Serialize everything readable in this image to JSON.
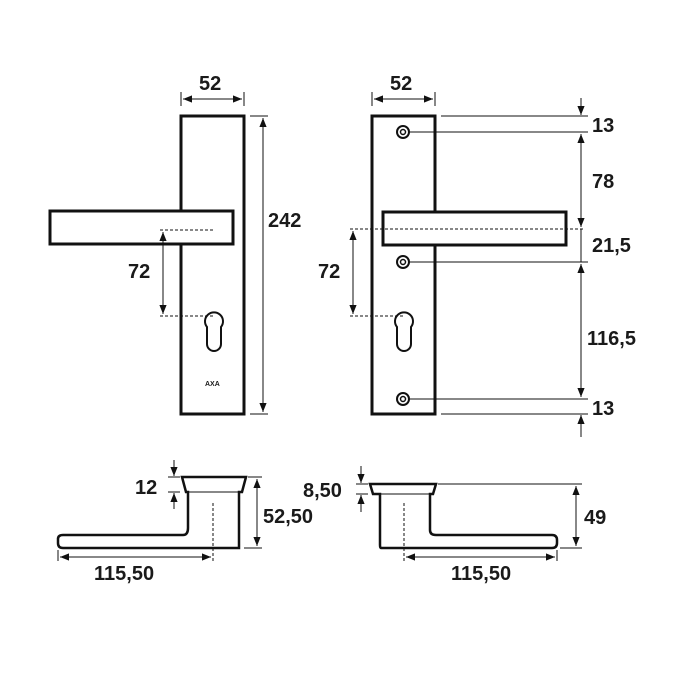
{
  "drawing": {
    "brand_mark": "AXA",
    "units": "mm",
    "front_view_left": {
      "plate_width": "52",
      "plate_height": "242",
      "handle_to_cylinder": "72"
    },
    "front_view_right": {
      "plate_width": "52",
      "handle_to_cylinder": "72",
      "right_dims": [
        "13",
        "78",
        "21,5",
        "116,5",
        "13"
      ]
    },
    "side_view_left": {
      "rose_height": "12",
      "total_height": "52,50",
      "lever_length": "115,50"
    },
    "side_view_right": {
      "rose_height": "8,50",
      "total_height": "49",
      "lever_length": "115,50"
    }
  }
}
